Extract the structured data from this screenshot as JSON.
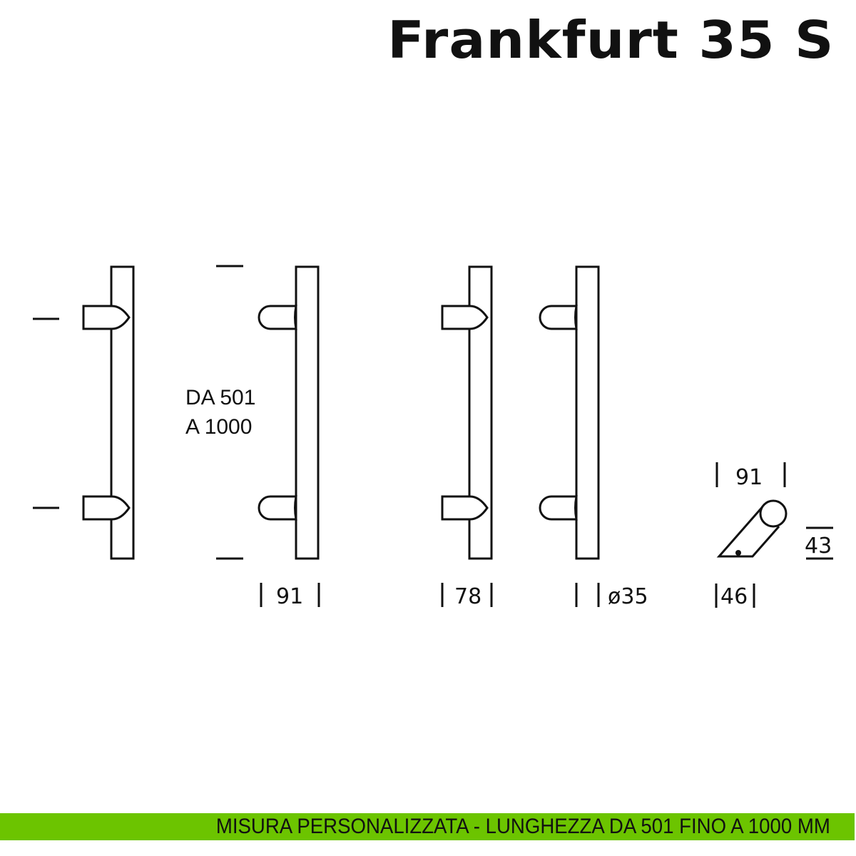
{
  "title": "Frankfurt 35 S",
  "range_label": {
    "line1": "DA 501",
    "line2": "A 1000"
  },
  "dimensions": {
    "projection_a": "91",
    "projection_b": "78",
    "diameter": "ø35",
    "top_width": "91",
    "base_width": "46",
    "height": "43"
  },
  "banner": {
    "text": "MISURA PERSONALIZZATA - LUNGHEZZA DA 501 FINO A 1000 MM",
    "color": "#6cc400"
  }
}
